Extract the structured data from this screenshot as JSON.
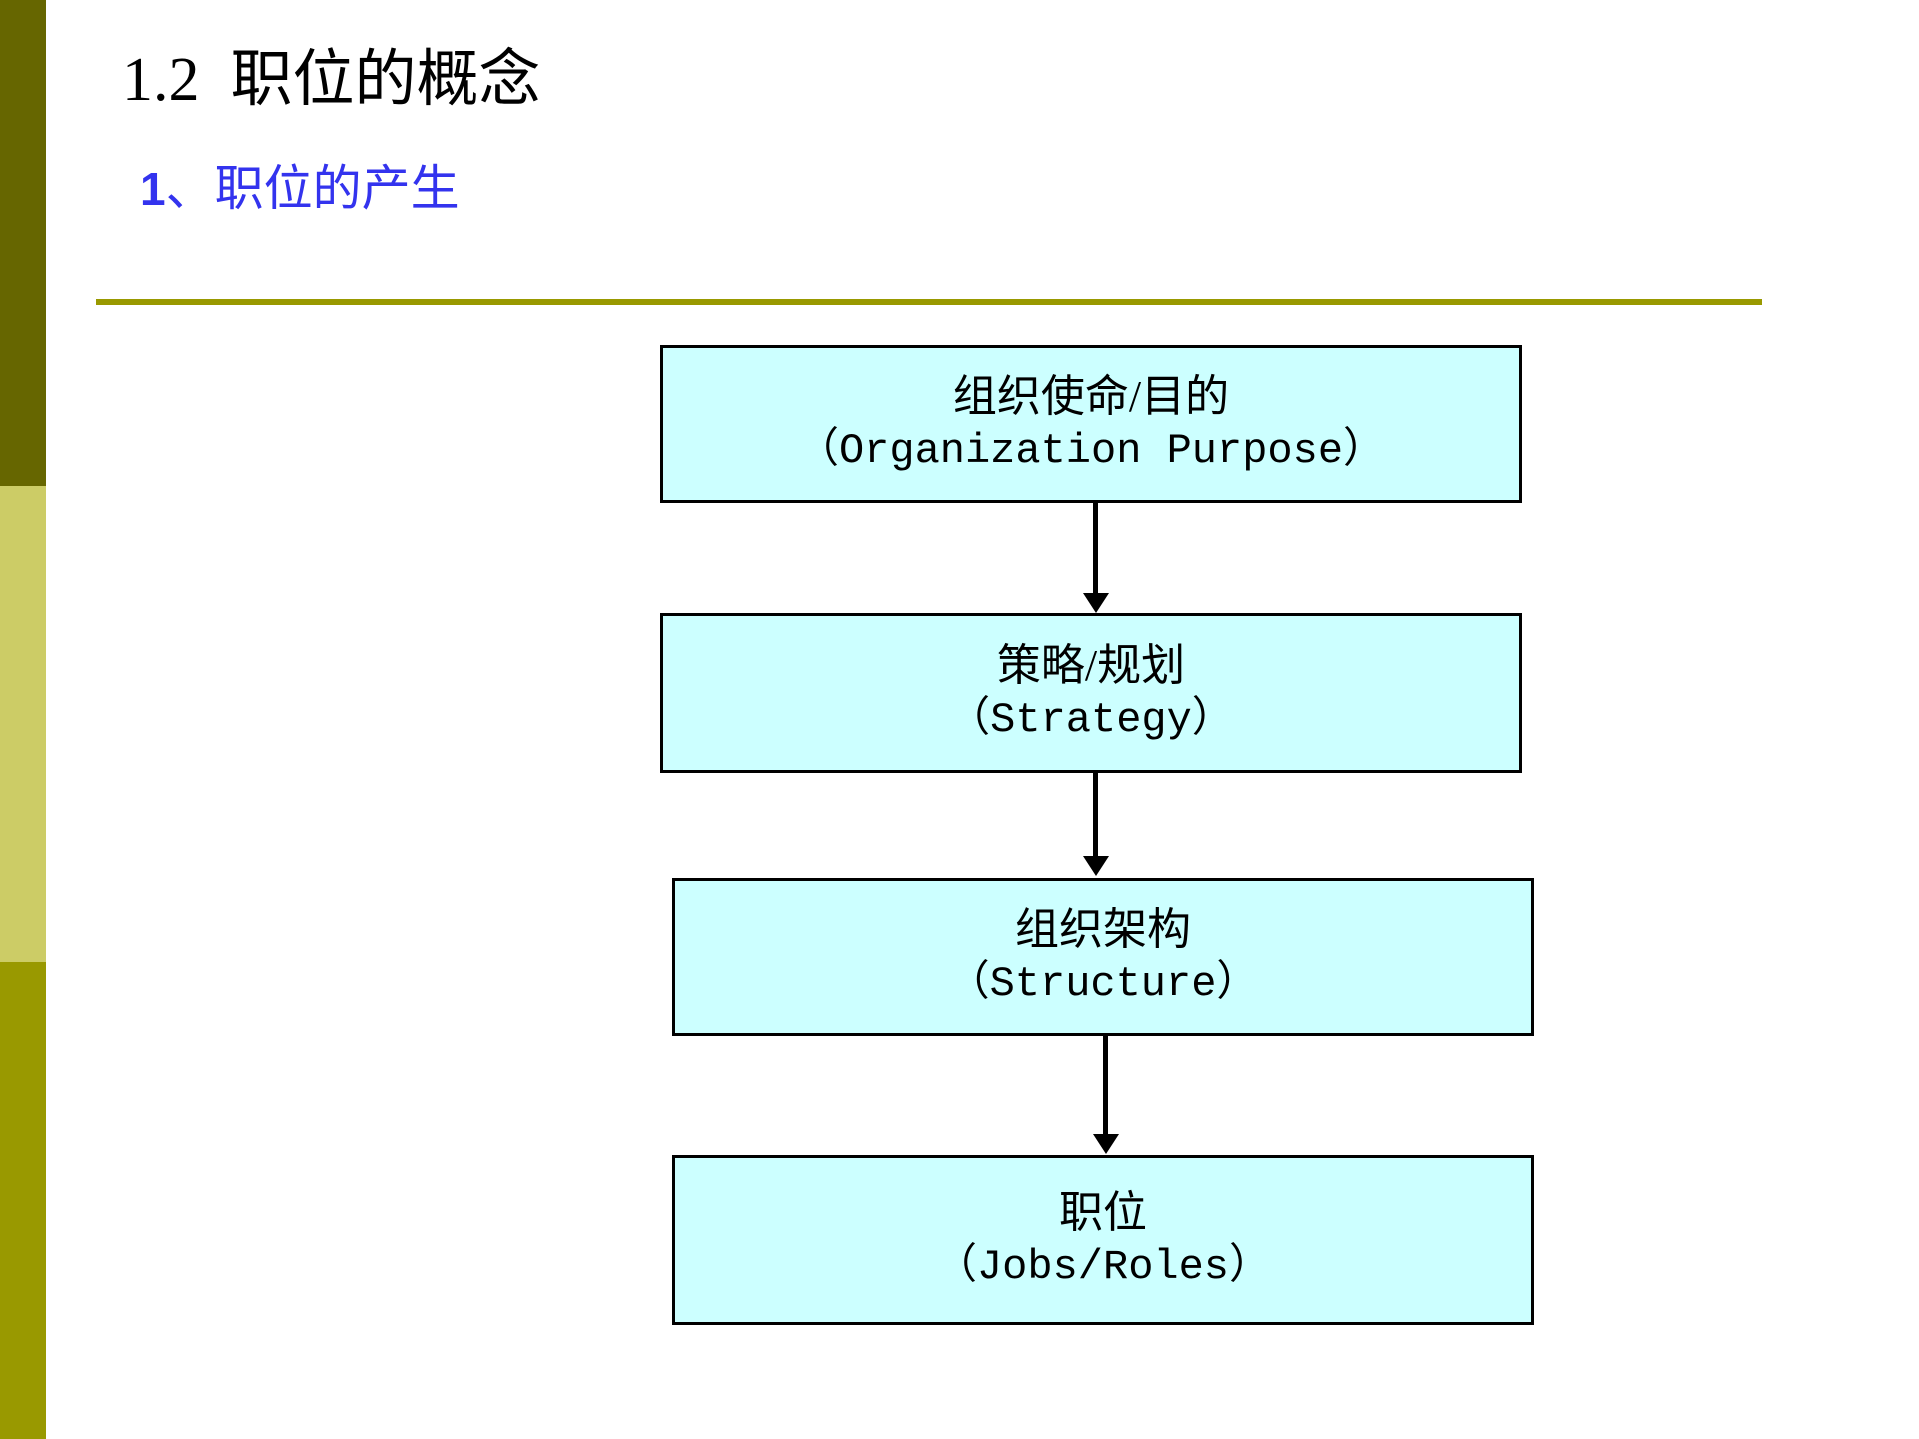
{
  "slide": {
    "title": "1.2  职位的概念",
    "subtitle_number": "1",
    "subtitle_text": "、职位的产生",
    "subtitle_full": "1、职位的产生",
    "title_color": "#000000",
    "subtitle_color": "#3333ee",
    "rule_color": "#999900",
    "background_color": "#ffffff"
  },
  "sidebar": {
    "bands": [
      {
        "name": "band-dark-olive",
        "color": "#666600"
      },
      {
        "name": "band-light-olive",
        "color": "#cccc66"
      },
      {
        "name": "band-olive",
        "color": "#999900"
      }
    ]
  },
  "flow": {
    "node_fill": "#ccffff",
    "node_border": "#000000",
    "nodes": [
      {
        "cn": "组织使命/目的",
        "en": "（Organization Purpose）"
      },
      {
        "cn": "策略/规划",
        "en": "（Strategy）"
      },
      {
        "cn": "组织架构",
        "en": "（Structure）"
      },
      {
        "cn": "职位",
        "en": "（Jobs/Roles）"
      }
    ],
    "connectors": [
      {
        "from": "组织使命/目的",
        "to": "策略/规划",
        "style": "arrow-down"
      },
      {
        "from": "策略/规划",
        "to": "组织架构",
        "style": "arrow-down"
      },
      {
        "from": "组织架构",
        "to": "职位",
        "style": "arrow-down"
      }
    ]
  }
}
